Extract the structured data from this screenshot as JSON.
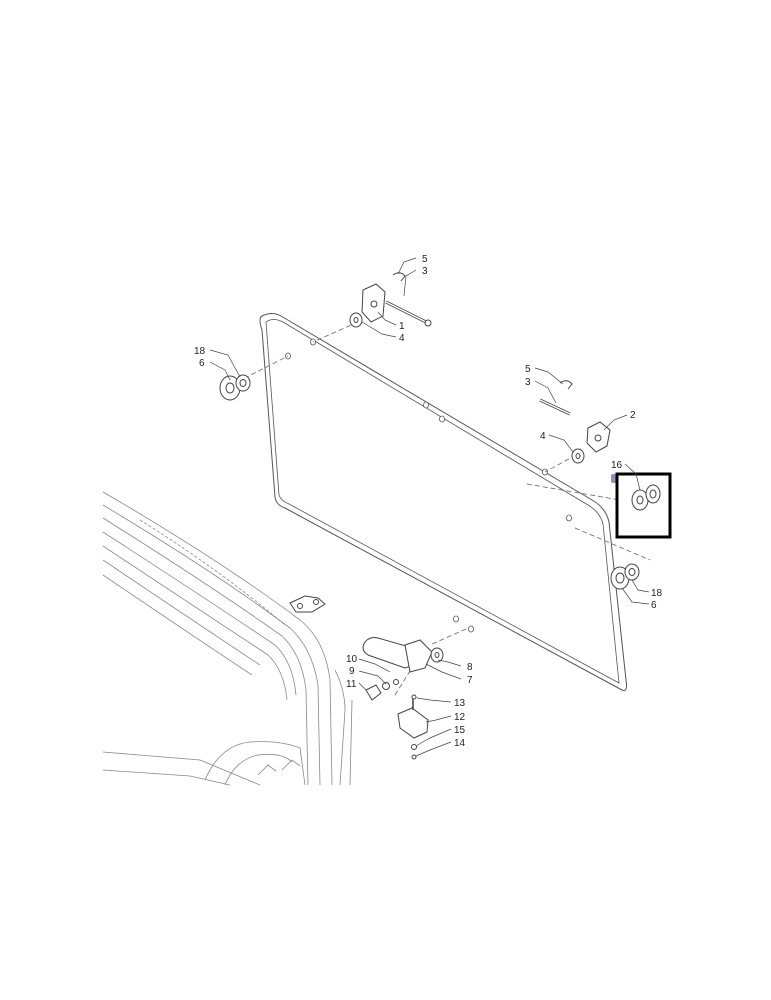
{
  "callouts": {
    "c1": "1",
    "c2": "2",
    "c3a": "3",
    "c3b": "3",
    "c4a": "4",
    "c4b": "4",
    "c5a": "5",
    "c5b": "5",
    "c6a": "6",
    "c6b": "6",
    "c7": "7",
    "c8": "8",
    "c9": "9",
    "c10": "10",
    "c11": "11",
    "c12": "12",
    "c13": "13",
    "c14": "14",
    "c15": "15",
    "c16": "16",
    "c18a": "18",
    "c18b": "18"
  },
  "colors": {
    "highlight_box": "#000000",
    "selected_dot": "#8a93c8"
  },
  "highlighted_part": "16"
}
